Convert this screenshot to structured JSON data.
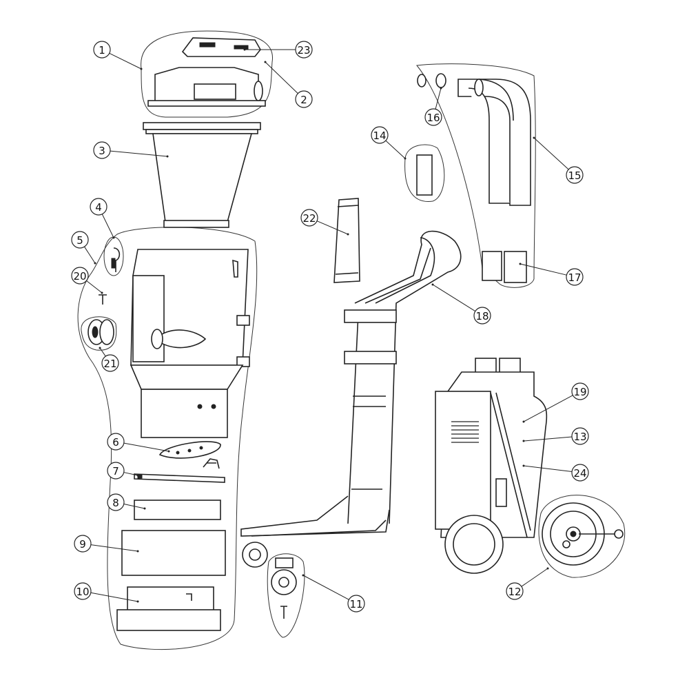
{
  "diagram": {
    "title": "Exploded parts view",
    "callouts": [
      "1",
      "23",
      "2",
      "3",
      "4",
      "5",
      "20",
      "21",
      "6",
      "7",
      "8",
      "9",
      "10",
      "14",
      "22",
      "16",
      "15",
      "17",
      "18",
      "19",
      "13",
      "24",
      "11",
      "12"
    ]
  }
}
